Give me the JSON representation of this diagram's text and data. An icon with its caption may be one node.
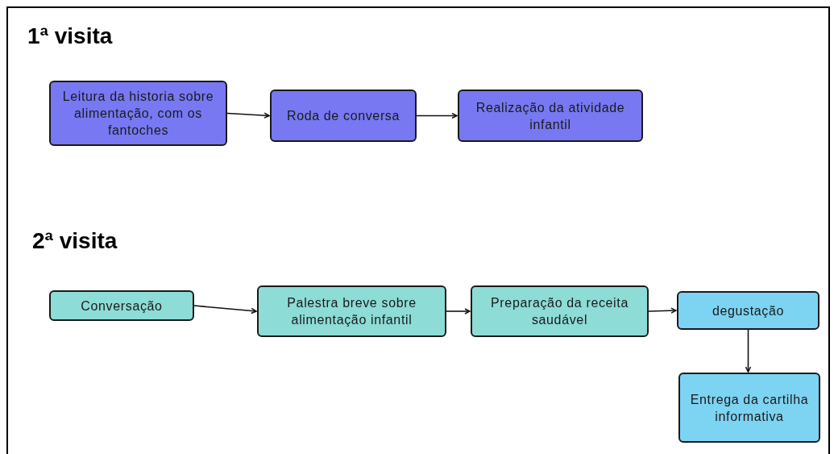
{
  "diagram": {
    "nodes": [
      {
        "text": [
          "Leitura da historia sobre alimentação, com os fantoches"
        ]
      },
      {
        "text": [
          "Roda de conversa"
        ]
      },
      {
        "text": [
          "Realização da atividade infantil"
        ]
      },
      {
        "text": [
          "Conversação"
        ]
      },
      {
        "text": [
          "Palestra breve sobre alimentação infantil"
        ]
      },
      {
        "text": [
          "Preparação da receita saudável"
        ]
      },
      {
        "text": [
          "degustação"
        ]
      },
      {
        "text": [
          "Entrega da cartilha informativa"
        ]
      }
    ],
    "edges": [
      {
        "from": 0,
        "to": 1,
        "arrow": "to"
      },
      {
        "from": 1,
        "to": 2,
        "arrow": "to"
      },
      {
        "from": 3,
        "to": 4,
        "arrow": "to"
      },
      {
        "from": 4,
        "to": 5,
        "arrow": "to"
      },
      {
        "from": 5,
        "to": 6,
        "arrow": "to"
      },
      {
        "from": 6,
        "to": 7,
        "arrow": "to"
      }
    ],
    "labels": [
      "1ª visita",
      "2ª visita"
    ]
  }
}
